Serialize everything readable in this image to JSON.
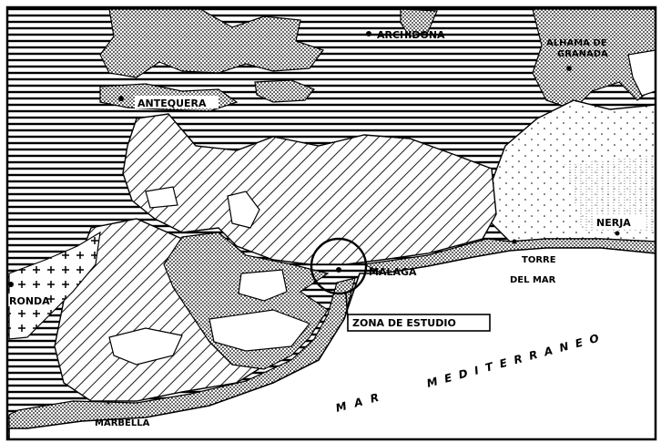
{
  "map": {
    "towns": {
      "archidona": "ARCHIDONA",
      "alhama_line1": "ALHAMA DE",
      "alhama_line2": "GRANADA",
      "antequera": "ANTEQUERA",
      "ronda": "RONDA",
      "malaga": "MALAGA",
      "torre_line1": "TORRE",
      "torre_line2": "DEL MAR",
      "nerja": "NERJA",
      "marbella": "MARBELLA"
    },
    "study_zone_label": "ZONA DE ESTUDIO",
    "sea_label": {
      "word1": "MAR",
      "word2": "MEDITERRANEO"
    }
  },
  "colors": {
    "ink": "#000000",
    "paper": "#ffffff"
  }
}
